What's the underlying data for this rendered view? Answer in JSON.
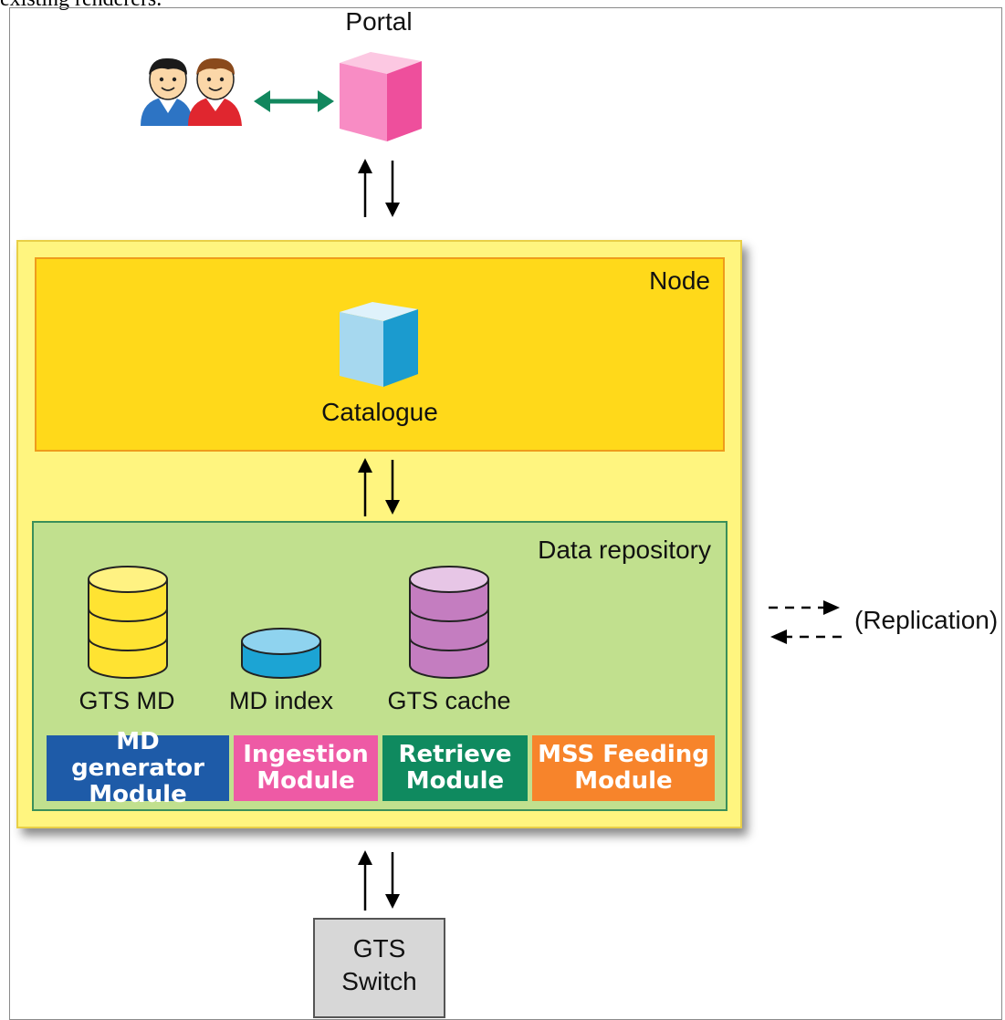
{
  "top_caption": "existing renderers.",
  "portal": {
    "label": "Portal"
  },
  "node": {
    "label": "Node",
    "catalogue_label": "Catalogue"
  },
  "data_repository": {
    "label": "Data repository",
    "databases": [
      {
        "label": "GTS MD"
      },
      {
        "label": "MD index"
      },
      {
        "label": "GTS cache"
      }
    ],
    "modules": [
      {
        "line1": "MD generator",
        "line2": "Module",
        "color": "#1e5ba8"
      },
      {
        "line1": "Ingestion",
        "line2": "Module",
        "color": "#ee5aa5"
      },
      {
        "line1": "Retrieve",
        "line2": "Module",
        "color": "#0f8a5f"
      },
      {
        "line1": "MSS Feeding",
        "line2": "Module",
        "color": "#f7842b"
      }
    ]
  },
  "gts_switch": {
    "line1": "GTS",
    "line2": "Switch"
  },
  "replication": {
    "label": "(Replication)"
  },
  "colors": {
    "node_outer": "#fff57f",
    "node_inner": "#ffd91a",
    "repository": "#c1e08e",
    "portal_cube": "#f47fbf",
    "catalogue_cube": "#6fc4e6",
    "user_arrow": "#12875e"
  }
}
